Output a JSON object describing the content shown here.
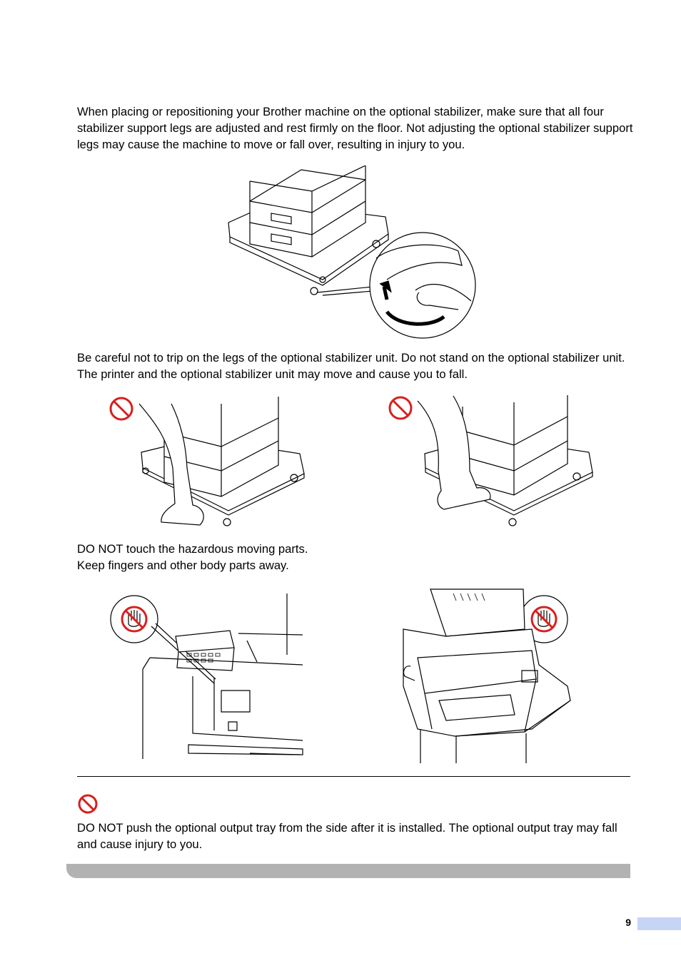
{
  "paragraphs": {
    "stabilizer_legs": "When placing or repositioning your Brother machine on the optional stabilizer, make sure that all four stabilizer support legs are adjusted and rest firmly on the floor. Not adjusting the optional stabilizer support legs may cause the machine to move or fall over, resulting in injury to you.",
    "trip_warning": "Be careful not to trip on the legs of the optional stabilizer unit. Do not stand on the optional stabilizer unit. The printer and the optional stabilizer unit may move and cause you to fall.",
    "moving_parts_line1": "DO NOT touch the hazardous moving parts.",
    "moving_parts_line2": "Keep fingers and other body parts away.",
    "output_tray": "DO NOT push the optional output tray from the side after it is installed. The optional output tray may fall and cause injury to you."
  },
  "icons": {
    "prohibition": "prohibition-icon",
    "no_touch": "no-touch-hand-icon"
  },
  "colors": {
    "prohibition_red": "#d7201e",
    "footer_bar": "#b2b2b2",
    "page_tab": "#c6d4f6"
  },
  "footer": {
    "page_number": "9"
  }
}
